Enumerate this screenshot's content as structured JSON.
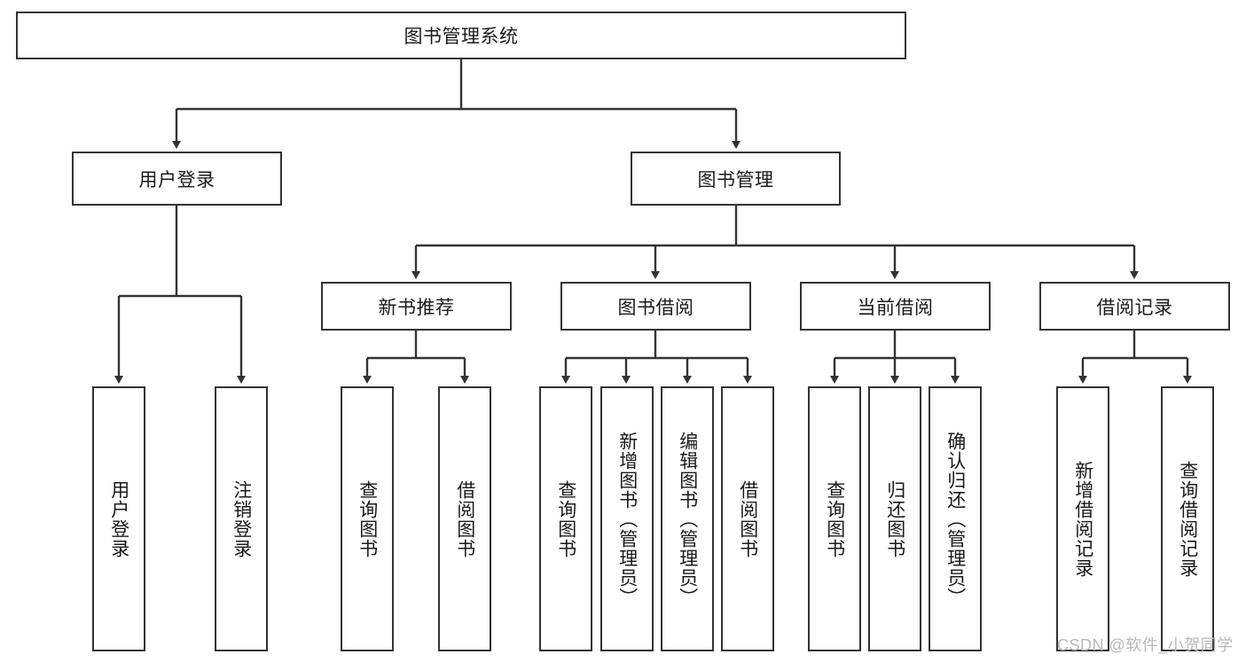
{
  "diagram": {
    "title": "图书管理系统",
    "type": "tree-hierarchy",
    "root": {
      "label": "图书管理系统"
    },
    "level1": [
      {
        "label": "用户登录"
      },
      {
        "label": "图书管理"
      }
    ],
    "level2": [
      {
        "label": "新书推荐"
      },
      {
        "label": "图书借阅"
      },
      {
        "label": "当前借阅"
      },
      {
        "label": "借阅记录"
      }
    ],
    "leaves": {
      "user_login": [
        {
          "label": "用户登录"
        },
        {
          "label": "注销登录"
        }
      ],
      "new_book_recommend": [
        {
          "label": "查询图书"
        },
        {
          "label": "借阅图书"
        }
      ],
      "book_borrow": [
        {
          "label": "查询图书"
        },
        {
          "label": "新增图书（管理员）"
        },
        {
          "label": "编辑图书（管理员）"
        },
        {
          "label": "借阅图书"
        }
      ],
      "current_borrow": [
        {
          "label": "查询图书"
        },
        {
          "label": "归还图书"
        },
        {
          "label": "确认归还（管理员）"
        }
      ],
      "borrow_record": [
        {
          "label": "新增借阅记录"
        },
        {
          "label": "查询借阅记录"
        }
      ]
    }
  },
  "watermark": {
    "text": "CSDN @软件_小贺同学"
  },
  "colors": {
    "stroke": "#333333",
    "text": "#1a1a1a",
    "background": "#ffffff",
    "watermark": "#b9b9b9"
  }
}
